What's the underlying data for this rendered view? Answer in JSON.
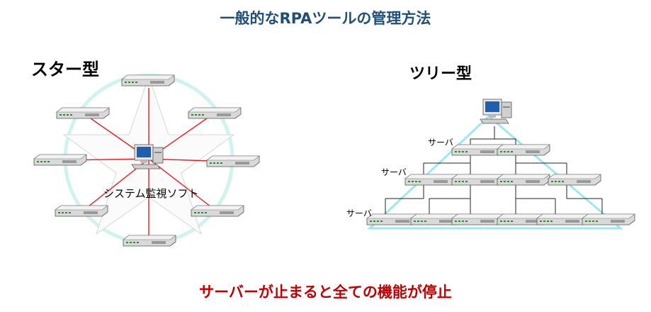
{
  "title": "一般的なRPAツールの管理方法",
  "star": {
    "heading": "スター型",
    "center_label": "システム監視ソフト"
  },
  "tree": {
    "heading": "ツリー型",
    "level_label": "サーバ"
  },
  "caption": "サーバーが止まると全ての機能が停止",
  "colors": {
    "title": "#1F4E79",
    "caption": "#C00000",
    "spoke": "#E02020",
    "circle": "#CFF3EE",
    "triangle": "#9FE7F0"
  }
}
